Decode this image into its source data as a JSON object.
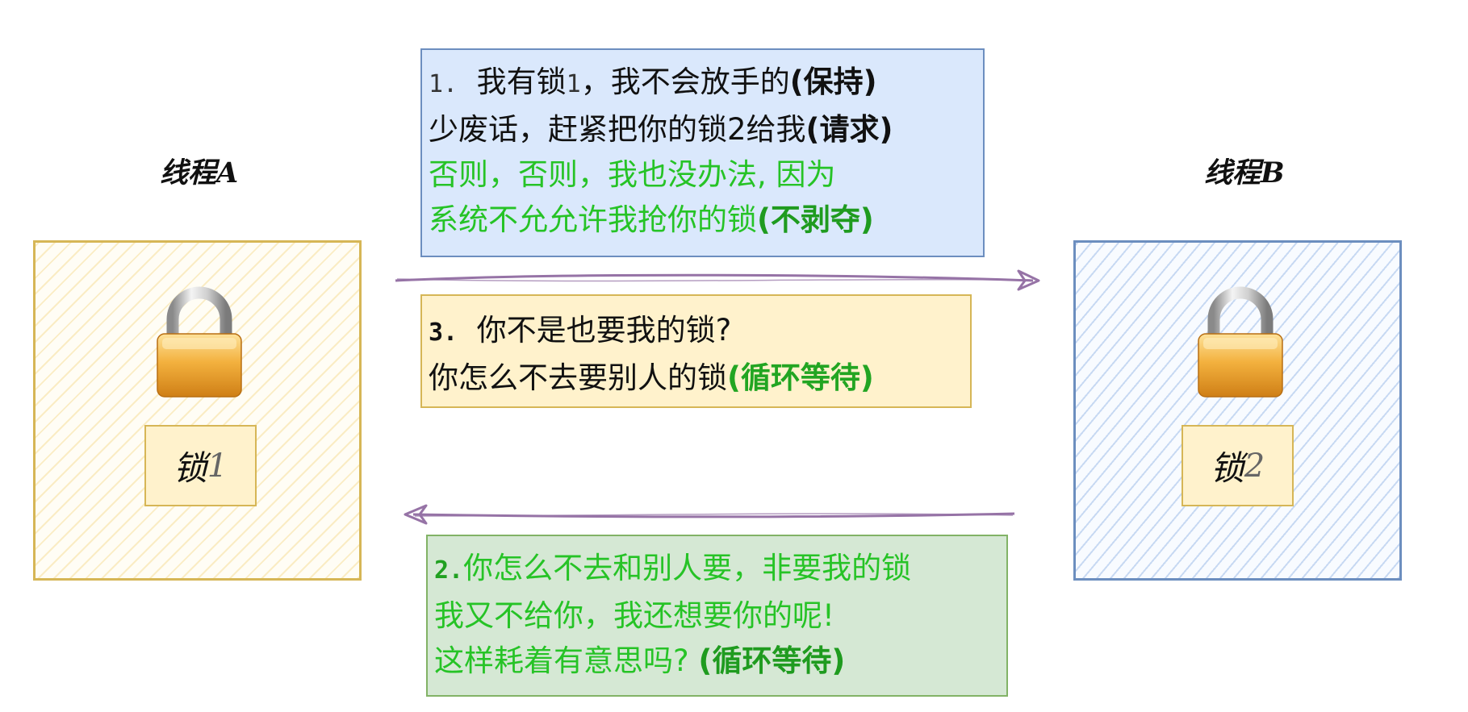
{
  "thread_a": {
    "label": "线程A",
    "lock_name": "锁",
    "lock_num": "1",
    "icon": "padlock-icon"
  },
  "thread_b": {
    "label": "线程B",
    "lock_name": "锁",
    "lock_num": "2",
    "icon": "padlock-icon"
  },
  "message_1": {
    "num": "1.",
    "line1_a": "我有锁",
    "line1_num": "1",
    "line1_b": "，我不会放手的",
    "line1_tag": "(保持)",
    "line2": "少废话，赶紧把你的锁2给我",
    "line2_tag": "(请求)",
    "line3": "否则，否则，我也没办法, 因为",
    "line4": "系统不允允许我抢你的锁",
    "line4_tag": "(不剥夺)"
  },
  "message_3": {
    "num": "3.",
    "line1": "你不是也要我的锁?",
    "line2": "你怎么不去要别人的锁",
    "line2_tag": "(循环等待)"
  },
  "message_2": {
    "num": "2.",
    "line1": "你怎么不去和别人要，非要我的锁",
    "line2": "我又不给你，我还想要你的呢!",
    "line3": "这样耗着有意思吗?",
    "line3_tag": "(循环等待)"
  },
  "colors": {
    "thread_a_border": "#d6b656",
    "thread_b_border": "#6c8ebf",
    "arrow": "#9673a6",
    "highlight_green": "#26c326"
  }
}
